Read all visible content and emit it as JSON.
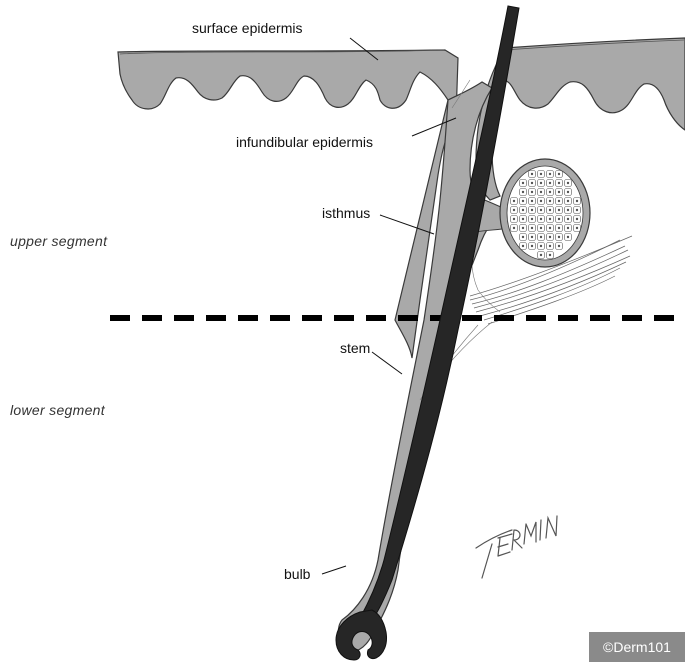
{
  "labels": {
    "surface_epidermis": "surface epidermis",
    "infundibular_epidermis": "infundibular epidermis",
    "isthmus": "isthmus",
    "stem": "stem",
    "bulb": "bulb"
  },
  "segments": {
    "upper": "upper  segment",
    "lower": "lower  segment"
  },
  "signature": "TERMIN",
  "copyright": "©Derm101",
  "colors": {
    "epidermis_fill": "#a9a9a9",
    "hair_shaft": "#262626",
    "outline": "#3a3a3a",
    "divider": "#000000",
    "copyright_bg": "#8a8a8a"
  }
}
